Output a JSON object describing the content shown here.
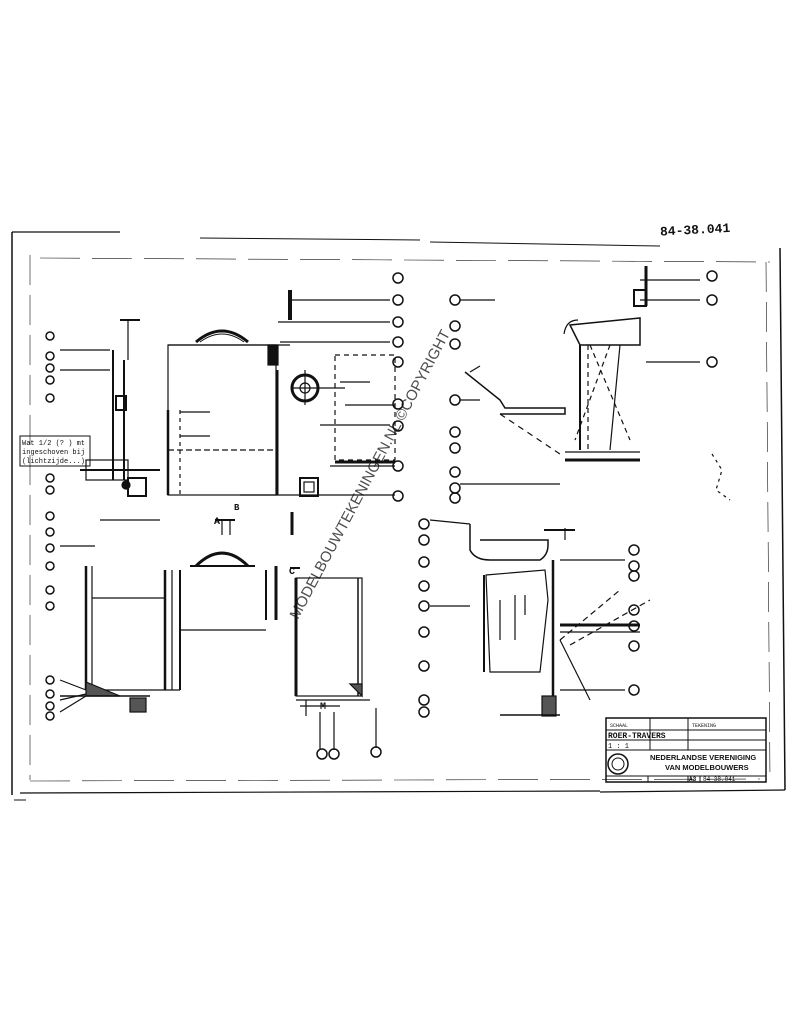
{
  "sheet": {
    "drawing_number": "84-38.041",
    "watermark": "MODELBOUWTEKENINGEN.NL ©COPYRIGHT"
  },
  "notes": {
    "left_note_1": "Wat 1/2 (? ) mt",
    "left_note_2": "ingeschoven bij",
    "left_note_3": "(lichtzijde...)"
  },
  "section_labels": {
    "top_left": "A",
    "mid_left": "B",
    "mid_right": "C",
    "bottom": "M"
  },
  "title_block": {
    "org_line1": "NEDERLANDSE VERENIGING",
    "org_line2": "VAN MODELBOUWERS",
    "drawing_title": "ROER-TRAVERS",
    "scale": "1 : 1",
    "sheet_size": "A3",
    "number": "84-38.041",
    "field_small_1": "SCHAAL",
    "field_small_2": "TEKENING"
  },
  "colors": {
    "ink": "#111111",
    "paper": "#ffffff"
  },
  "icons": {
    "seal": "nvm-seal-icon"
  }
}
